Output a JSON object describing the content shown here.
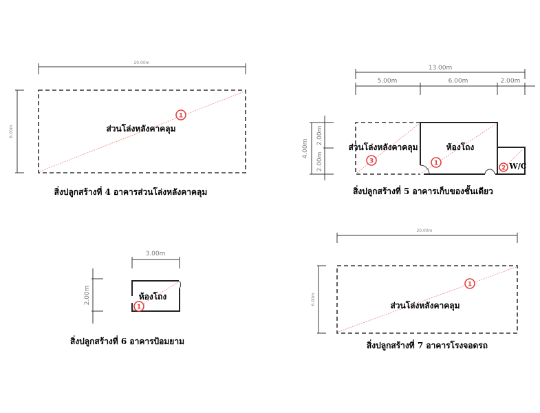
{
  "plans": [
    {
      "caption": "สิ่งปลูกสร้างที่ 4 อาคารส่วนโล่งหลังคาคลุม",
      "width_dim": "20.00m",
      "height_dim": "8.00m",
      "area_label": "ส่วนโล่งหลังคาคลุม",
      "marker": "1"
    },
    {
      "caption": "สิ่งปลูกสร้างที่ 5 อาคารเก็บของชั้นเดียว",
      "width_dim": "13.00m",
      "sub_dims": [
        "5.00m",
        "6.00m",
        "2.00m"
      ],
      "height_dim": "4.00m",
      "sub_height_dims": [
        "2.00m",
        "2.00m"
      ],
      "area_labels": [
        "ส่วนโล่งหลังคาคลุม",
        "ห้องโถง",
        "W/C"
      ],
      "markers": [
        "3",
        "1",
        "2"
      ]
    },
    {
      "caption": "สิ่งปลูกสร้างที่ 6 อาคารป้อมยาม",
      "width_dim": "3.00m",
      "height_dim": "2.00m",
      "area_label": "ห้องโถง",
      "marker": "1"
    },
    {
      "caption": "สิ่งปลูกสร้างที่ 7 อาคารโรงจอดรถ",
      "width_dim": "20.00m",
      "height_dim": "6.00m",
      "area_label": "ส่วนโล่งหลังคาคลุม",
      "marker": "1"
    }
  ],
  "colors": {
    "marker": "#e04040",
    "diagonal": "#f08080",
    "line": "#333333"
  }
}
